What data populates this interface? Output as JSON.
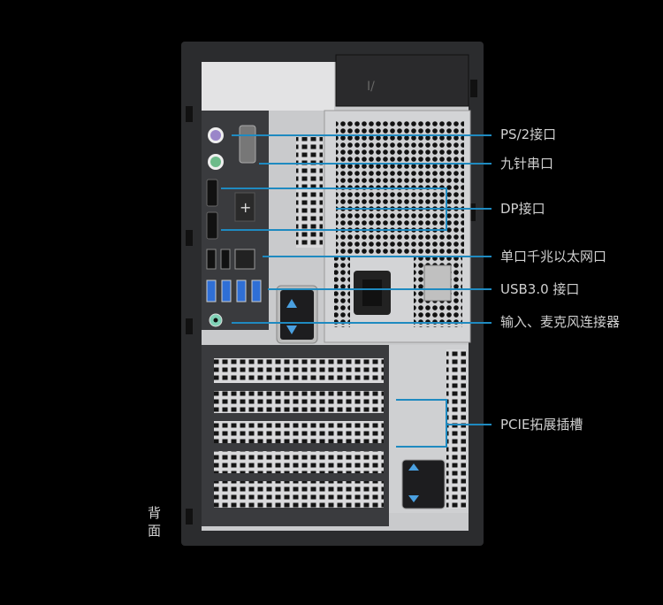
{
  "labels": {
    "ps2": "PS/2接口",
    "serial": "九针串口",
    "dp": "DP接口",
    "ethernet": "单口千兆以太网口",
    "usb": "USB3.0 接口",
    "audio": "输入、麦克风连接器",
    "pcie": "PCIE拓展插槽"
  },
  "side_label": [
    "背",
    "面"
  ],
  "colors": {
    "callout_line": "#1f8ac0",
    "usb_blue": "#2f6fd6",
    "text": "#d0d0d0"
  }
}
